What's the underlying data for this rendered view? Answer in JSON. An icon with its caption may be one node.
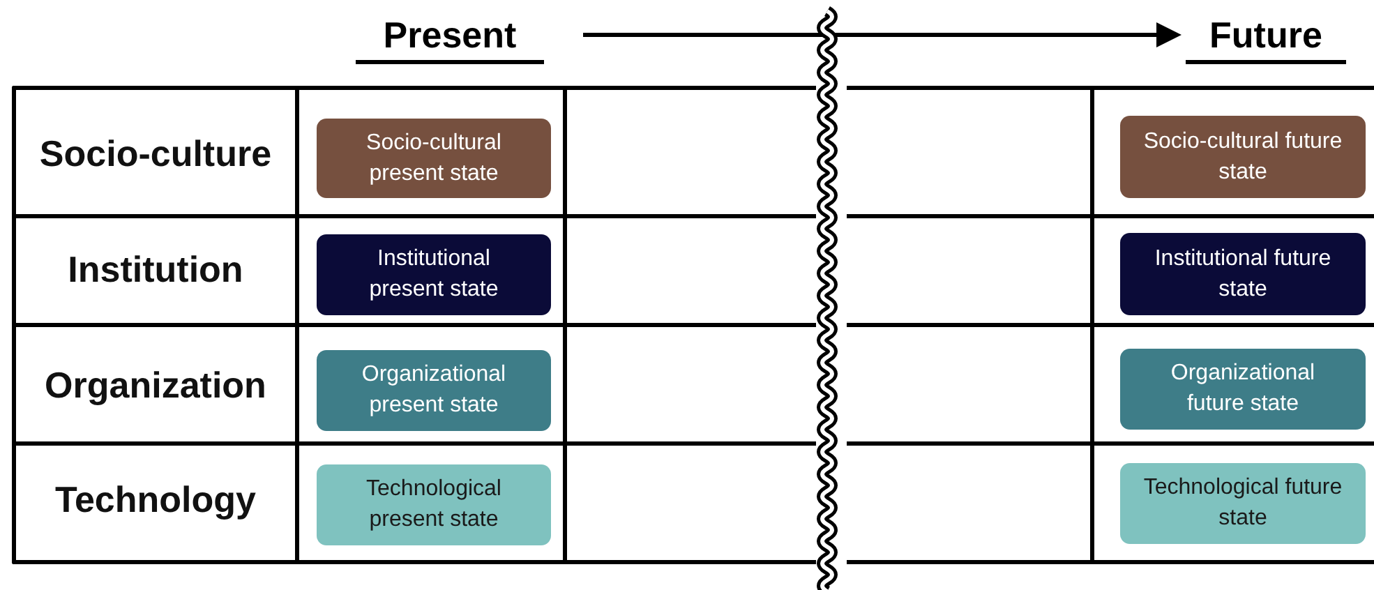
{
  "diagram": {
    "nodes": [
      {
        "text": [
          "Present"
        ]
      },
      {
        "text": [
          "Future"
        ]
      },
      {
        "text": [
          "Socio-cultural present state"
        ]
      },
      {
        "text": [
          "Institutional present state"
        ]
      },
      {
        "text": [
          "Organizational present state"
        ]
      },
      {
        "text": [
          "Technological present state"
        ]
      },
      {
        "text": [
          "Socio-cultural future state"
        ]
      },
      {
        "text": [
          "Institutional future state"
        ]
      },
      {
        "text": [
          "Organizational future state"
        ]
      },
      {
        "text": [
          "Technological future state"
        ]
      }
    ],
    "edges": [
      {
        "from": 0,
        "to": 1,
        "arrow": "to"
      }
    ],
    "labels": [
      "Socio-culture",
      "Institution",
      "Organization",
      "Technology"
    ]
  }
}
